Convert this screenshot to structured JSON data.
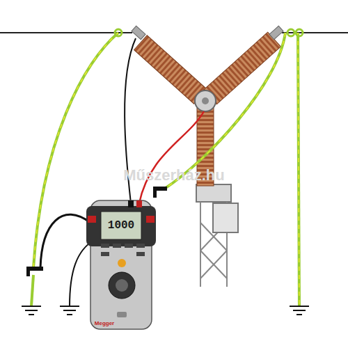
{
  "diagram": {
    "labels": [
      "Műszerház.hu",
      "1000",
      "Megger"
    ]
  }
}
